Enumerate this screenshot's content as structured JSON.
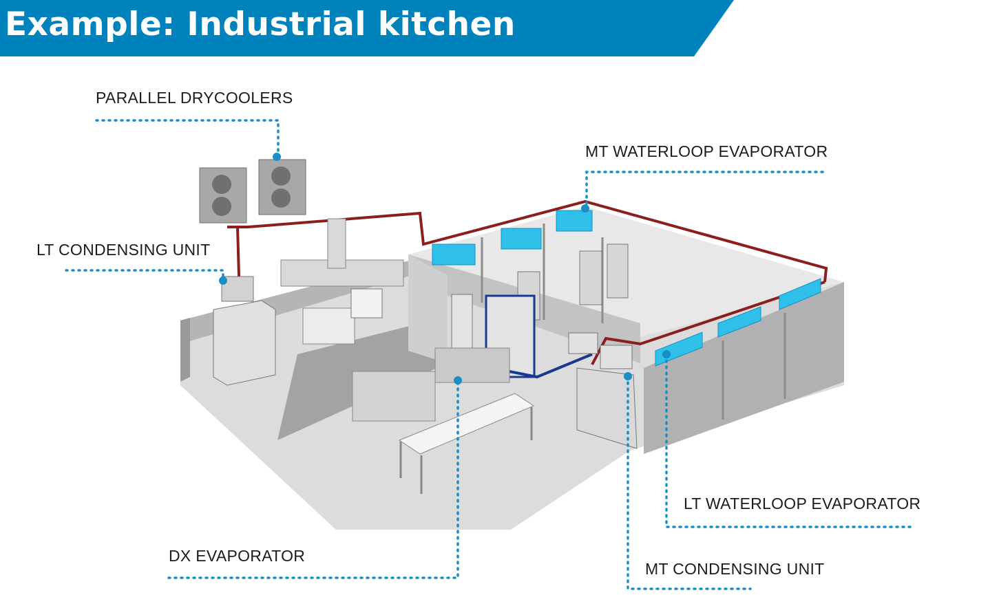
{
  "header": {
    "title": "Example: Industrial kitchen",
    "banner_color": "#0083bd"
  },
  "colors": {
    "leader_line": "#1a8fc6",
    "evaporator": "#2ec0e8",
    "pipe": "#8b1e1e",
    "pipe_blue": "#1a3a8f"
  },
  "callouts": {
    "parallel_drycoolers": "PARALLEL DRYCOOLERS",
    "mt_waterloop_evaporator": "MT WATERLOOP EVAPORATOR",
    "lt_condensing_unit": "LT CONDENSING UNIT",
    "lt_waterloop_evaporator": "LT WATERLOOP EVAPORATOR",
    "dx_evaporator": "DX EVAPORATOR",
    "mt_condensing_unit": "MT CONDENSING UNIT"
  }
}
